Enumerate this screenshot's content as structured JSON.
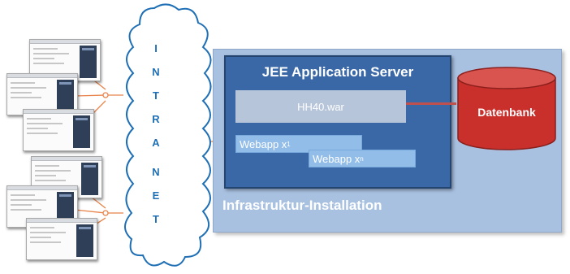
{
  "cloud": {
    "letters": [
      "I",
      "N",
      "T",
      "R",
      "A",
      "N",
      "E",
      "T"
    ]
  },
  "infrastructure": {
    "label": "Infrastruktur-Installation"
  },
  "server": {
    "title": "JEE Application Server",
    "war_label": "HH40.war",
    "webapps": [
      {
        "text": "Webapp x",
        "subscript": "1"
      },
      {
        "text": "Webapp x",
        "subscript": "n"
      }
    ]
  },
  "database": {
    "label": "Datenbank"
  },
  "colors": {
    "connector": "#c0504d",
    "cloud_text": "#1f6fb5",
    "server_fill": "#3a68a7",
    "infra_fill": "#a9c1e1",
    "database_fill": "#c9302c"
  }
}
